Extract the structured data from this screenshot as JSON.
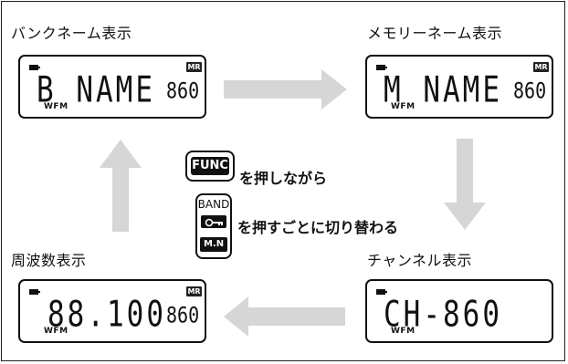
{
  "captions": {
    "bank_name": "バンクネーム表示",
    "memory_name": "メモリーネーム表示",
    "frequency": "周波数表示",
    "channel": "チャンネル表示"
  },
  "displays": {
    "bank": {
      "main": "B NAME",
      "channel": "860",
      "badge": "MR",
      "mode": "WFM"
    },
    "memory": {
      "main": "M NAME",
      "channel": "860",
      "badge": "MR",
      "mode": "WFM"
    },
    "frequency": {
      "main": "88.100",
      "channel": "860",
      "badge": "MR",
      "mode": "WFM"
    },
    "channel": {
      "main": "CH-860",
      "mode": "WFM"
    }
  },
  "buttons": {
    "func_label": "FUNC",
    "band_label": "BAND",
    "mn_label": "M.N"
  },
  "instructions": {
    "press_while": "を押しながら",
    "press_switch": "を押すごとに切り替わる"
  },
  "colors": {
    "arrow": "#d6d6d6",
    "lcd_border": "#111111",
    "badge_bg": "#222222"
  }
}
